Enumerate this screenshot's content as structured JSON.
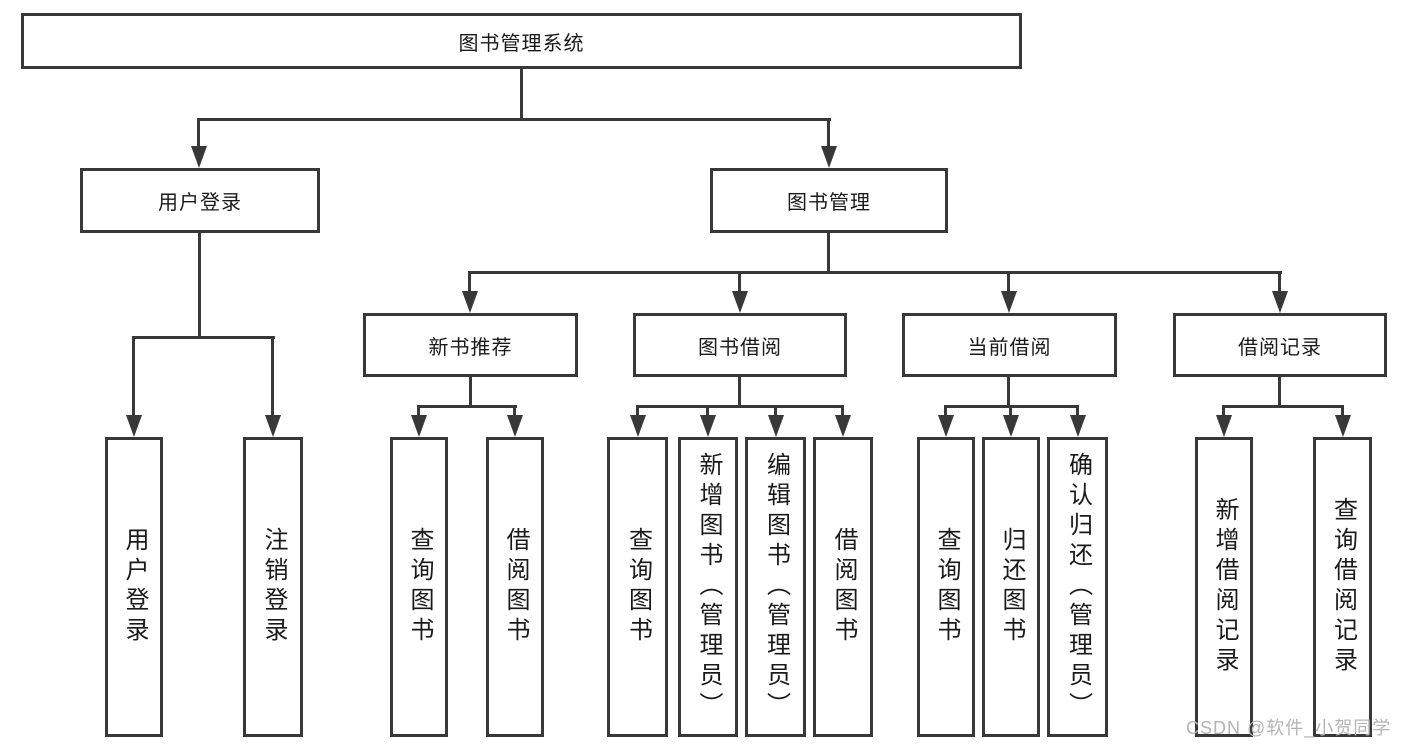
{
  "diagram": {
    "root": {
      "label": "图书管理系统"
    },
    "branches": [
      {
        "label": "用户登录",
        "children": [
          {
            "label": "用户登录"
          },
          {
            "label": "注销登录"
          }
        ]
      },
      {
        "label": "图书管理",
        "groups": [
          {
            "label": "新书推荐",
            "children": [
              {
                "label": "查询图书"
              },
              {
                "label": "借阅图书"
              }
            ]
          },
          {
            "label": "图书借阅",
            "children": [
              {
                "label": "查询图书"
              },
              {
                "label": "新增图书（管理员）"
              },
              {
                "label": "编辑图书（管理员）"
              },
              {
                "label": "借阅图书"
              }
            ]
          },
          {
            "label": "当前借阅",
            "children": [
              {
                "label": "查询图书"
              },
              {
                "label": "归还图书"
              },
              {
                "label": "确认归还（管理员）"
              }
            ]
          },
          {
            "label": "借阅记录",
            "children": [
              {
                "label": "新增借阅记录"
              },
              {
                "label": "查询借阅记录"
              }
            ]
          }
        ]
      }
    ]
  },
  "watermark": {
    "text": "CSDN @软件_小贺同学"
  },
  "colors": {
    "line": "#383838",
    "text": "#1a1a1a",
    "background": "#ffffff",
    "watermark": "#b4b4b4"
  }
}
